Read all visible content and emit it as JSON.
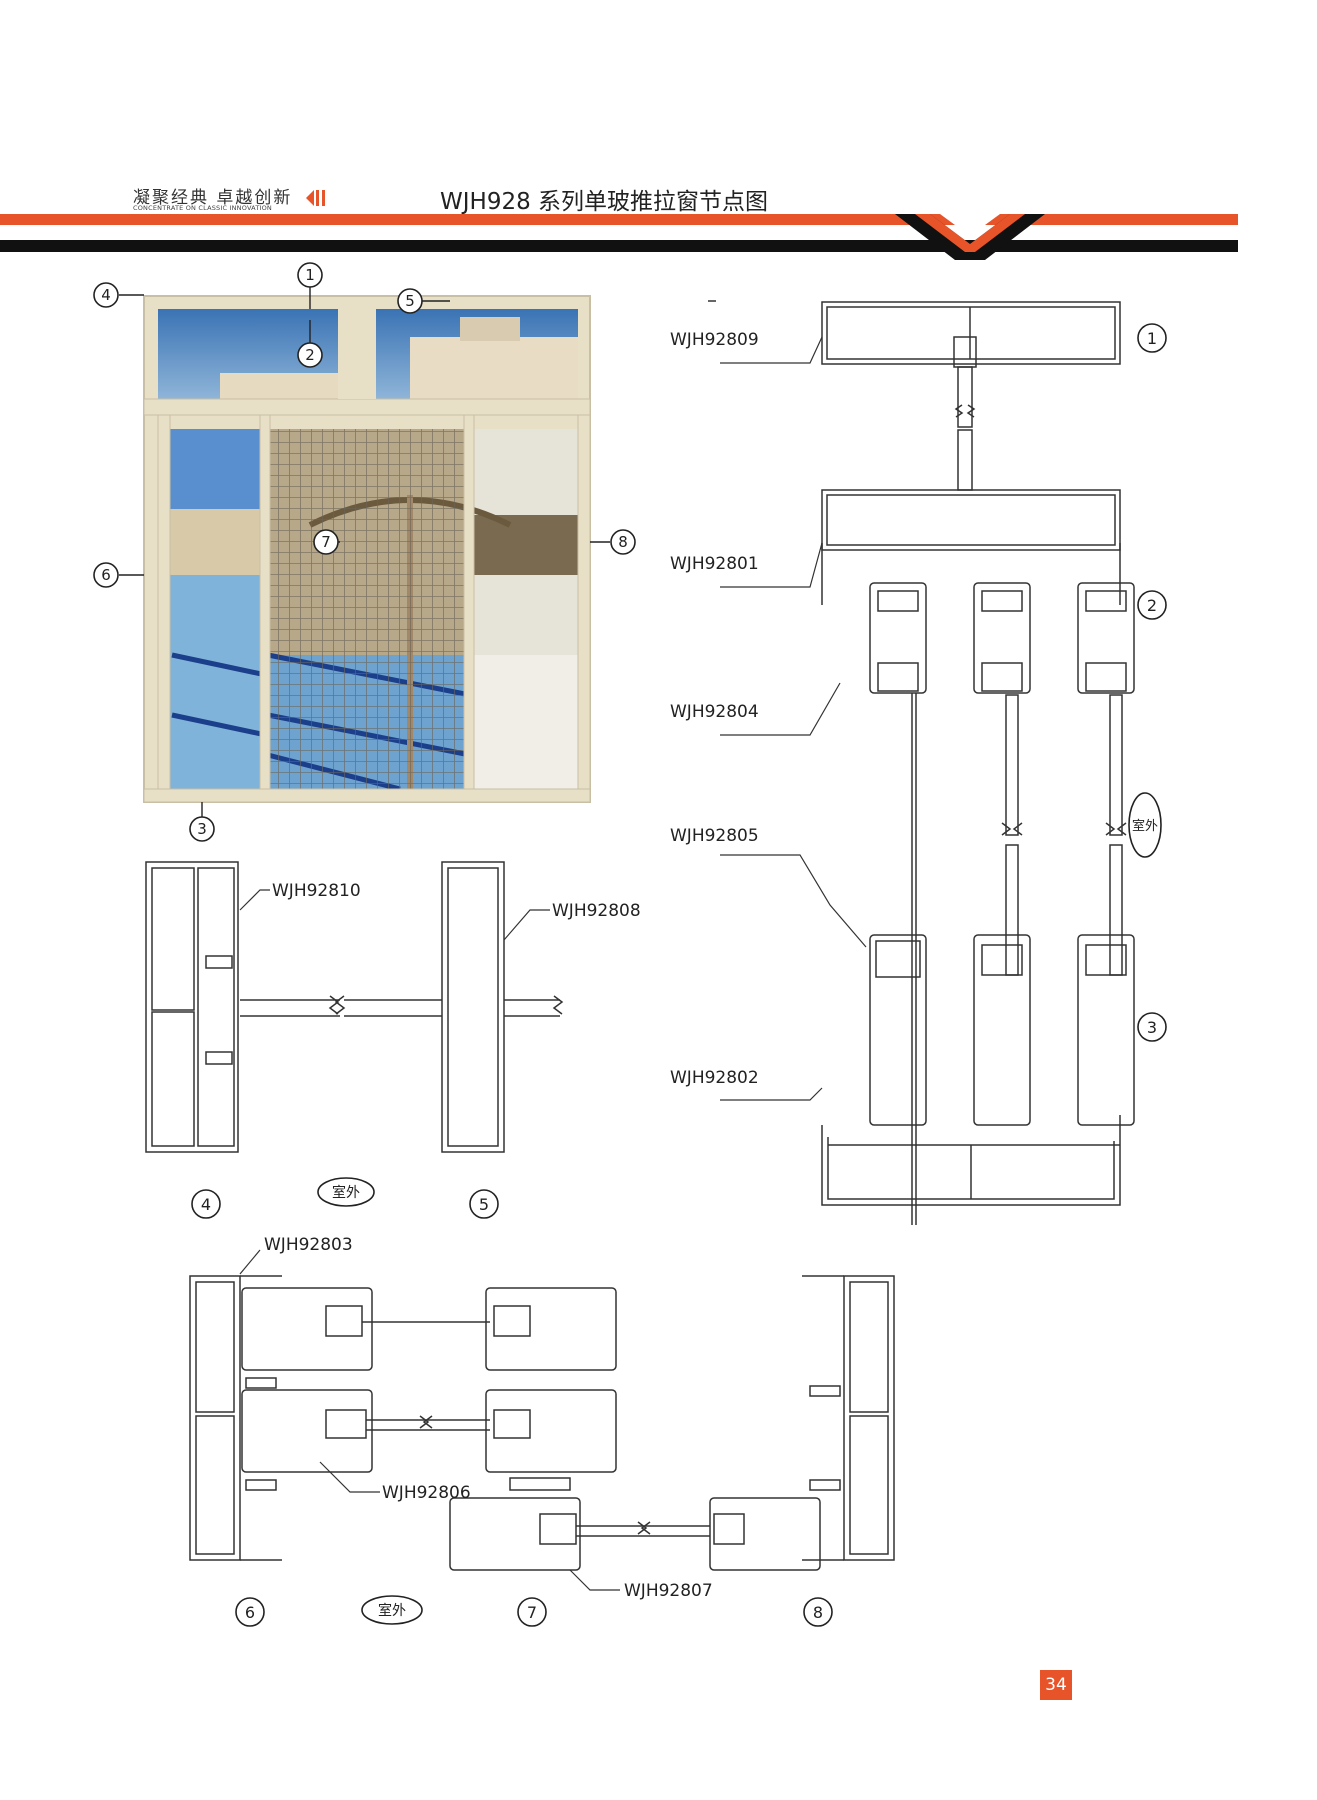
{
  "header": {
    "slogan_cn": "凝聚经典  卓越创新",
    "slogan_en": "CONCENTRATE ON CLASSIC INNOVATION",
    "title": "WJH928 系列单玻推拉窗节点图",
    "colors": {
      "orange": "#e8542a",
      "black": "#111111"
    }
  },
  "photo_callouts": [
    "1",
    "2",
    "3",
    "4",
    "5",
    "6",
    "7",
    "8"
  ],
  "section_1_3": {
    "numbers": [
      "1",
      "2",
      "3"
    ],
    "codes": [
      "WJH92809",
      "WJH92801",
      "WJH92804",
      "WJH92805",
      "WJH92802"
    ],
    "outdoor": "室外"
  },
  "section_4_5": {
    "numbers": [
      "4",
      "5"
    ],
    "codes": [
      "WJH92810",
      "WJH92808"
    ],
    "outdoor": "室外"
  },
  "section_6_8": {
    "numbers": [
      "6",
      "7",
      "8"
    ],
    "codes": [
      "WJH92803",
      "WJH92806",
      "WJH92807"
    ],
    "outdoor": "室外"
  },
  "page_number": "34"
}
